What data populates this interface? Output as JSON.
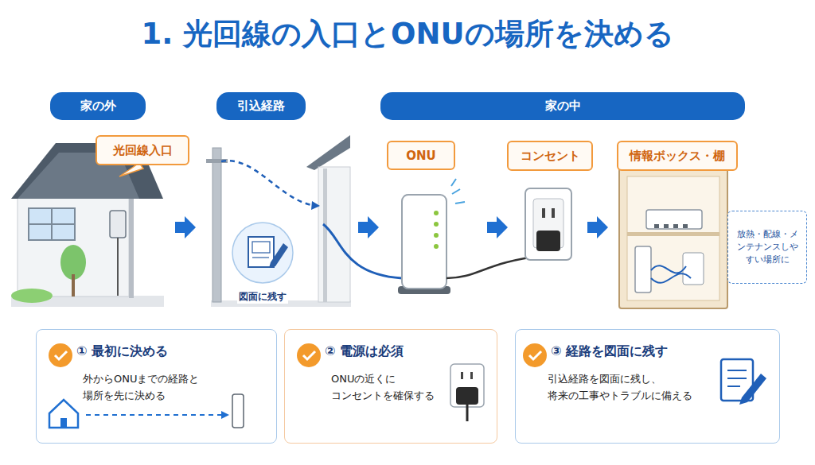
{
  "diagram": {
    "title": "1. 光回線の入口とONUの場所を決める",
    "nodes": [
      {
        "text": [
          "家の外"
        ]
      },
      {
        "text": [
          "引込経路"
        ]
      },
      {
        "text": [
          "家の中"
        ]
      },
      {
        "text": [
          "光回線入口"
        ]
      },
      {
        "text": [
          "ONU"
        ]
      },
      {
        "text": [
          "コンセント"
        ]
      },
      {
        "text": [
          "情報ボックス・棚"
        ]
      },
      {
        "text": [
          "放熱・配線・メンテナンスしやすい場所に"
        ]
      },
      {
        "text": [
          "① 最初に決める",
          "外からONUまでの経路と 場所を先に決める"
        ]
      },
      {
        "text": [
          "② 電源は必須",
          "ONUの近くに コンセントを確保する"
        ]
      },
      {
        "text": [
          "③ 経路を図面に残す",
          "引込経路を図面に残し、 将来の工事やトラブルに備える"
        ]
      }
    ],
    "labels": [
      "図面に残す"
    ]
  }
}
